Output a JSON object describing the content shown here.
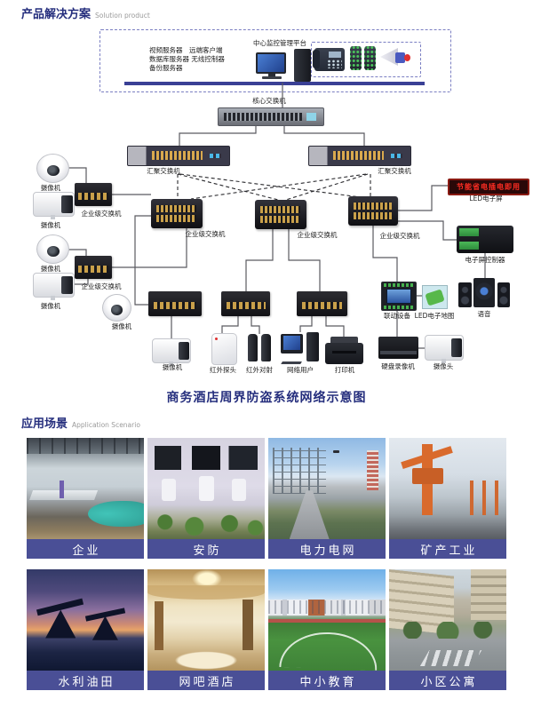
{
  "sections": {
    "product": {
      "title": "产品解决方案",
      "subtitle": "Solution product"
    },
    "application": {
      "title": "应用场景",
      "subtitle": "Application Scenario"
    }
  },
  "diagram": {
    "caption": "商务酒店周界防盗系统网络示意图",
    "platform": {
      "label": "中心监控管理平台",
      "server_rows": [
        "视频服务器　远端客户端",
        "数据库服务器 无线控制器",
        "备份服务器"
      ]
    },
    "led_text": "节能省电插电即用",
    "labels": {
      "core_switch": "核心交换机",
      "agg_switch": "汇聚交换机",
      "ent_switch": "企业级交换机",
      "camera": "摄像机",
      "camera_head": "摄像头",
      "led_screen": "LED电子屏",
      "screen_controller": "电子屏控制器",
      "voice": "语音",
      "linkage_device": "联动设备",
      "led_map": "LED电子地图",
      "ir_detector": "红外探头",
      "ir_beam": "红外对射",
      "network_user": "网络用户",
      "printer": "打印机",
      "dvr": "硬盘录像机"
    }
  },
  "scenarios": {
    "items": [
      {
        "label": "企业"
      },
      {
        "label": "安防"
      },
      {
        "label": "电力电网"
      },
      {
        "label": "矿产工业"
      },
      {
        "label": "水利油田"
      },
      {
        "label": "网吧酒店"
      },
      {
        "label": "中小教育"
      },
      {
        "label": "小区公寓"
      }
    ]
  },
  "colors": {
    "accent": "#252e7d",
    "band": "#4a4f96",
    "bus": "#3a4095",
    "led_red": "#ff2d23"
  }
}
